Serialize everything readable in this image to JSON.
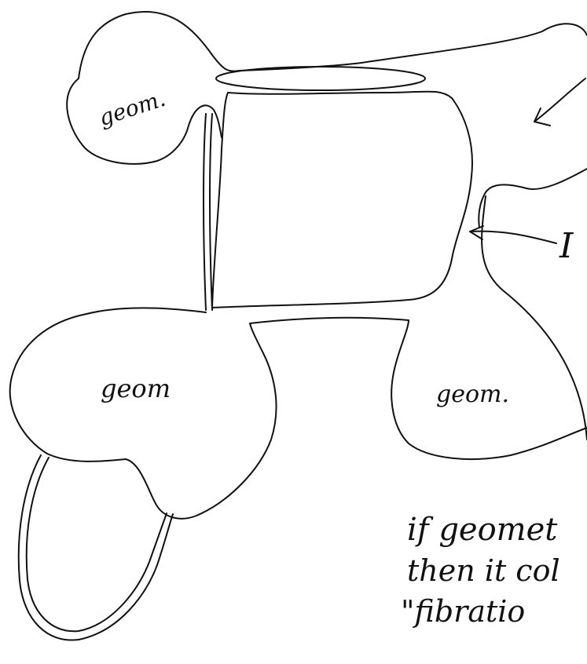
{
  "labels": {
    "region_top_left": "geom.",
    "region_bottom_left": "geom",
    "region_bottom_right": "geom.",
    "pointer_letter": "I",
    "note_line_1": "if geomet",
    "note_line_2": "then it col",
    "note_line_3": "\"fibratio"
  },
  "colors": {
    "ink": "#111111",
    "paper": "#ffffff"
  }
}
